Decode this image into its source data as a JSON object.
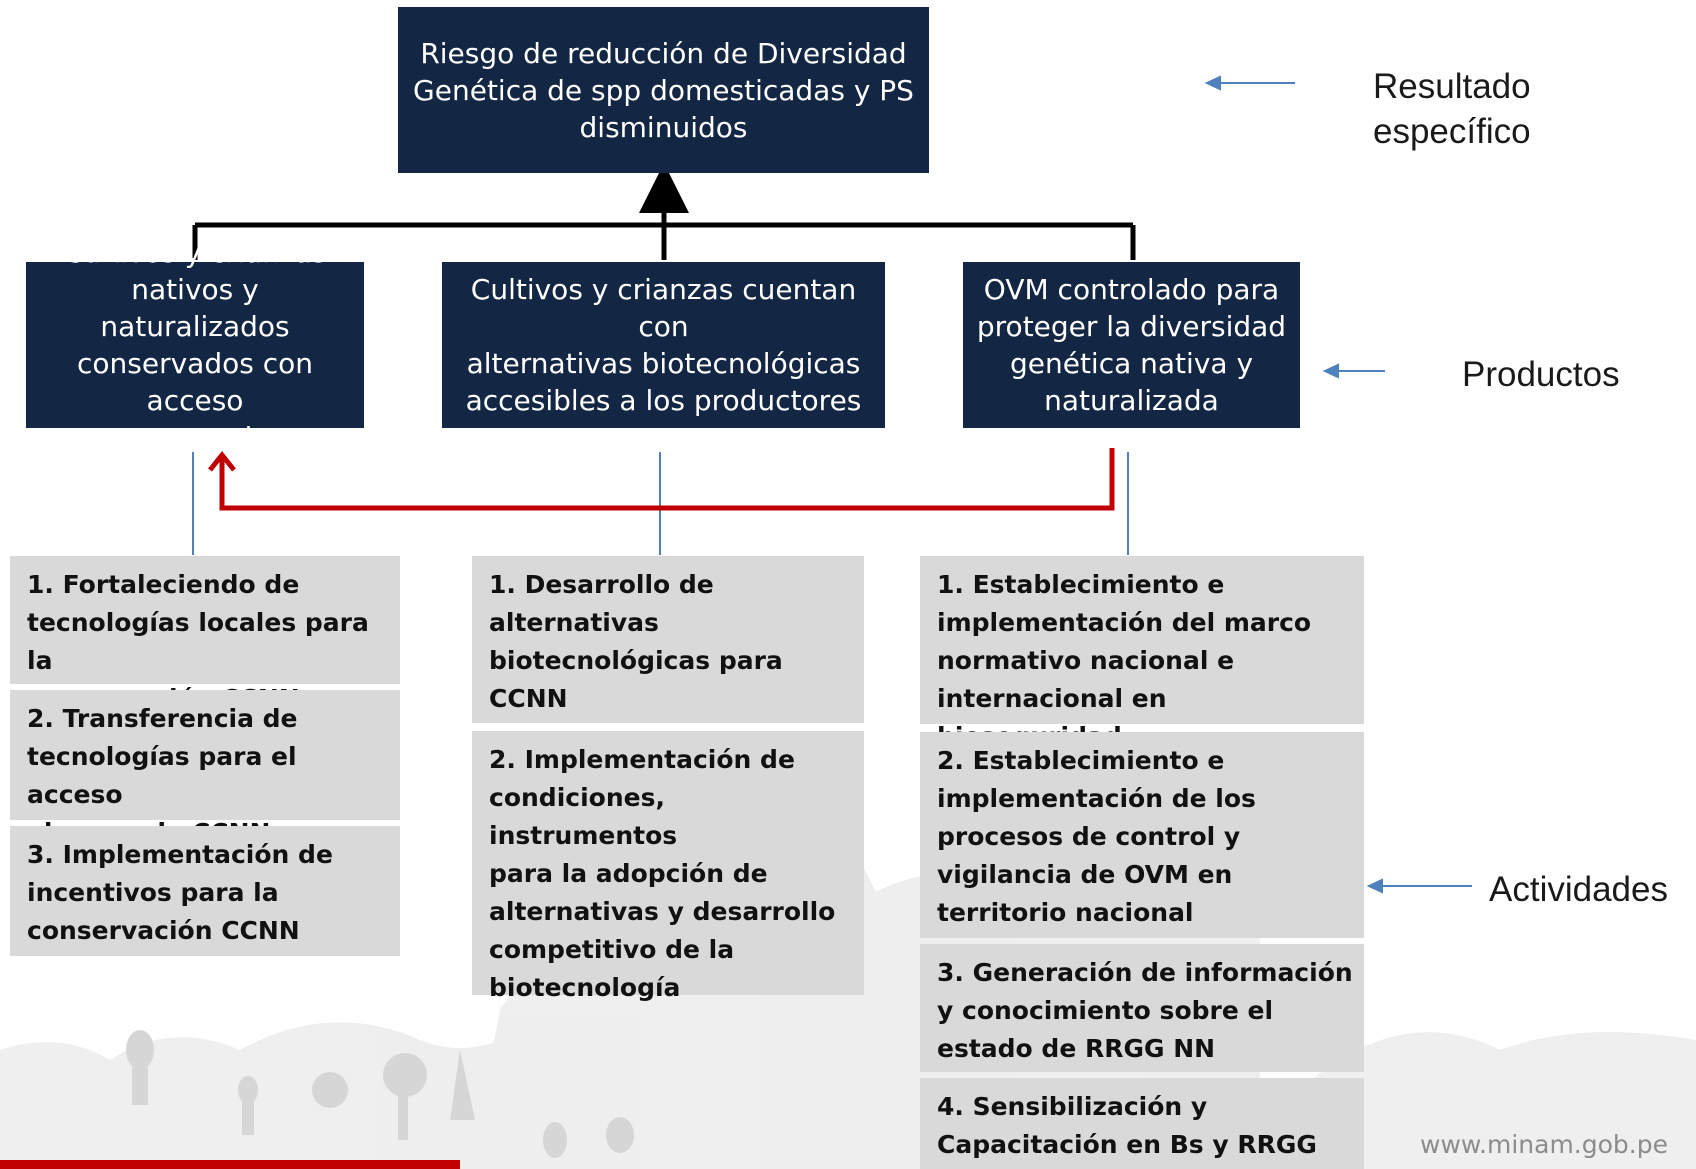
{
  "result": {
    "text": "Riesgo de reducción de Diversidad\nGenética de spp domesticadas y PS\ndisminuidos"
  },
  "products": [
    {
      "text": "Cultivos y crianzas\nnativos y naturalizados\nconservados con acceso\na mercado"
    },
    {
      "text": "Cultivos y crianzas cuentan con\nalternativas biotecnológicas\naccesibles a los productores"
    },
    {
      "text": "OVM controlado para\nproteger la diversidad\ngenética nativa y\nnaturalizada"
    }
  ],
  "activities": {
    "left": [
      "1. Fortaleciendo de\ntecnologías locales para la\nconservación CCNN",
      "2. Transferencia de\ntecnologías para el acceso\nal mercado CCNN",
      "3. Implementación de\nincentivos para la\nconservación CCNN"
    ],
    "middle": [
      "1. Desarrollo de\nalternativas\nbiotecnológicas para\nCCNN",
      "2. Implementación de\ncondiciones, instrumentos\npara la adopción de\nalternativas y desarrollo\ncompetitivo de la\nbiotecnología"
    ],
    "right": [
      "1. Establecimiento e\nimplementación del marco\nnormativo nacional e\ninternacional en bioseguridad",
      "2. Establecimiento e\nimplementación de los\nprocesos de control y\nvigilancia de OVM en\nterritorio nacional",
      "3. Generación de información\ny conocimiento sobre el\nestado de RRGG NN",
      "4. Sensibilización y\nCapacitación en Bs y RRGG"
    ]
  },
  "side_labels": {
    "result": "Resultado\nespecífico",
    "products": "Productos",
    "activities": "Actividades"
  },
  "footer": {
    "url": "www.minam.gob.pe"
  },
  "colors": {
    "box_navy": "#132744",
    "activity_gray": "#d9d9d9",
    "connector_red": "#c00000",
    "pointer_blue": "#4f81bd"
  }
}
